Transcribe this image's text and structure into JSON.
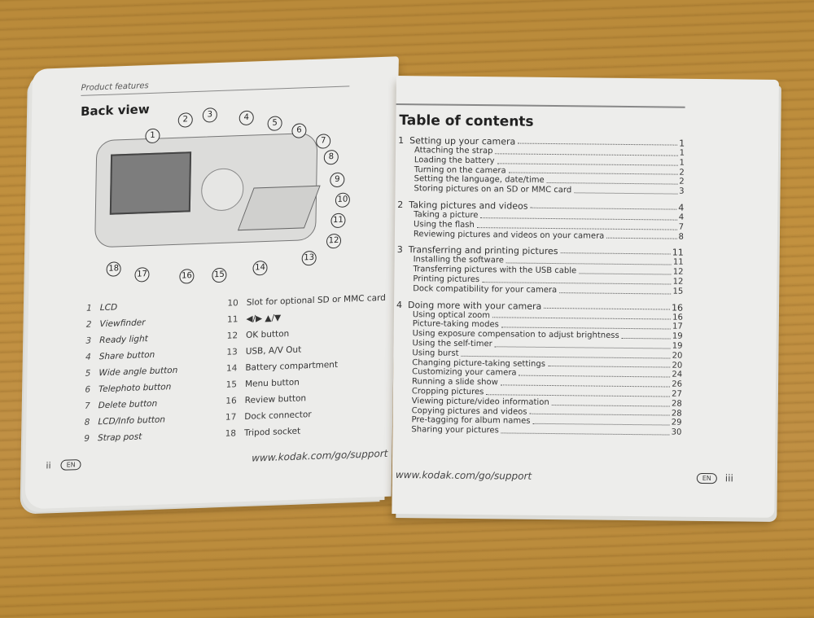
{
  "scene": {
    "background": "wooden desk",
    "colors": {
      "desk": "#c0903f",
      "paper": "#ececea",
      "ink": "#333333"
    }
  },
  "left_page": {
    "running_head": "Product features",
    "heading": "Back view",
    "callouts": [
      "1",
      "2",
      "3",
      "4",
      "5",
      "6",
      "7",
      "8",
      "9",
      "10",
      "11",
      "12",
      "13",
      "14",
      "15",
      "16",
      "17",
      "18"
    ],
    "legend_col1": [
      {
        "num": "1",
        "label": "LCD"
      },
      {
        "num": "2",
        "label": "Viewfinder"
      },
      {
        "num": "3",
        "label": "Ready light"
      },
      {
        "num": "4",
        "label": "Share button"
      },
      {
        "num": "5",
        "label": "Wide angle button"
      },
      {
        "num": "6",
        "label": "Telephoto button"
      },
      {
        "num": "7",
        "label": "Delete button"
      },
      {
        "num": "8",
        "label": "LCD/Info button"
      },
      {
        "num": "9",
        "label": "Strap post"
      }
    ],
    "legend_col2": [
      {
        "num": "10",
        "label": "Slot for optional SD or MMC card"
      },
      {
        "num": "11",
        "label": "◀/▶ ▲/▼"
      },
      {
        "num": "12",
        "label": "OK button"
      },
      {
        "num": "13",
        "label": "USB, A/V Out"
      },
      {
        "num": "14",
        "label": "Battery compartment"
      },
      {
        "num": "15",
        "label": "Menu button"
      },
      {
        "num": "16",
        "label": "Review button"
      },
      {
        "num": "17",
        "label": "Dock connector"
      },
      {
        "num": "18",
        "label": "Tripod socket"
      }
    ],
    "footer": {
      "page_number": "ii",
      "language_badge": "EN",
      "url": "www.kodak.com/go/support"
    }
  },
  "right_page": {
    "title": "Table of contents",
    "chapters": [
      {
        "num": "1",
        "title": "Setting up your camera",
        "page": "1",
        "items": [
          {
            "label": "Attaching the strap",
            "page": "1"
          },
          {
            "label": "Loading the battery",
            "page": "1"
          },
          {
            "label": "Turning on the camera",
            "page": "2"
          },
          {
            "label": "Setting the language, date/time",
            "page": "2"
          },
          {
            "label": "Storing pictures on an SD or MMC card",
            "page": "3"
          }
        ]
      },
      {
        "num": "2",
        "title": "Taking pictures and videos",
        "page": "4",
        "items": [
          {
            "label": "Taking a picture",
            "page": "4"
          },
          {
            "label": "Using the flash",
            "page": "7"
          },
          {
            "label": "Reviewing pictures and videos on your camera",
            "page": "8"
          }
        ]
      },
      {
        "num": "3",
        "title": "Transferring and printing pictures",
        "page": "11",
        "items": [
          {
            "label": "Installing the software",
            "page": "11"
          },
          {
            "label": "Transferring pictures with the USB cable",
            "page": "12"
          },
          {
            "label": "Printing pictures",
            "page": "12"
          },
          {
            "label": "Dock compatibility for your camera",
            "page": "15"
          }
        ]
      },
      {
        "num": "4",
        "title": "Doing more with your camera",
        "page": "16",
        "items": [
          {
            "label": "Using optical zoom",
            "page": "16"
          },
          {
            "label": "Picture-taking modes",
            "page": "17"
          },
          {
            "label": "Using exposure compensation to adjust brightness",
            "page": "19"
          },
          {
            "label": "Using the self-timer",
            "page": "19"
          },
          {
            "label": "Using burst",
            "page": "20"
          },
          {
            "label": "Changing picture-taking settings",
            "page": "20"
          },
          {
            "label": "Customizing your camera",
            "page": "24"
          },
          {
            "label": "Running a slide show",
            "page": "26"
          },
          {
            "label": "Cropping pictures",
            "page": "27"
          },
          {
            "label": "Viewing picture/video information",
            "page": "28"
          },
          {
            "label": "Copying pictures and videos",
            "page": "28"
          },
          {
            "label": "Pre-tagging for album names",
            "page": "29"
          },
          {
            "label": "Sharing your pictures",
            "page": "30"
          }
        ]
      }
    ],
    "footer": {
      "url": "www.kodak.com/go/support",
      "language_badge": "EN",
      "page_number": "iii"
    }
  }
}
